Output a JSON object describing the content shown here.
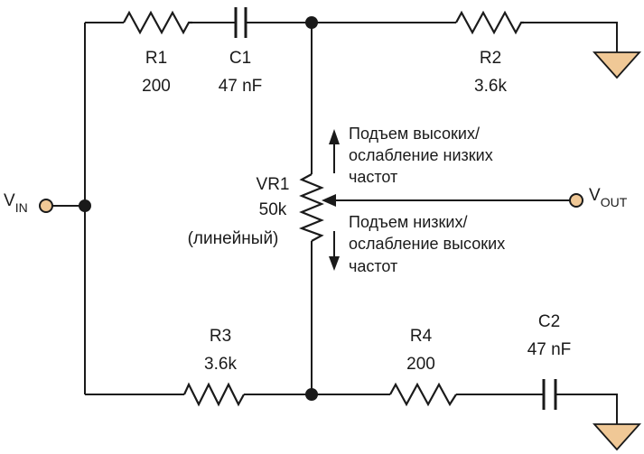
{
  "components": {
    "r1": {
      "name": "R1",
      "value": "200"
    },
    "c1": {
      "name": "C1",
      "value": "47 nF"
    },
    "r2": {
      "name": "R2",
      "value": "3.6k"
    },
    "vr1": {
      "name": "VR1",
      "value": "50k",
      "note": "(линейный)"
    },
    "r3": {
      "name": "R3",
      "value": "3.6k"
    },
    "r4": {
      "name": "R4",
      "value": "200"
    },
    "c2": {
      "name": "C2",
      "value": "47 nF"
    }
  },
  "ports": {
    "vin": {
      "main": "V",
      "sub": "IN"
    },
    "vout": {
      "main": "V",
      "sub": "OUT"
    }
  },
  "annotations": {
    "up": [
      "Подъем высоких/",
      "ослабление низких",
      "частот"
    ],
    "down": [
      "Подъем низких/",
      "ослабление высоких",
      "частот"
    ]
  },
  "colors": {
    "terminal_fill": "#f0c896",
    "ink": "#1a1a1a"
  }
}
